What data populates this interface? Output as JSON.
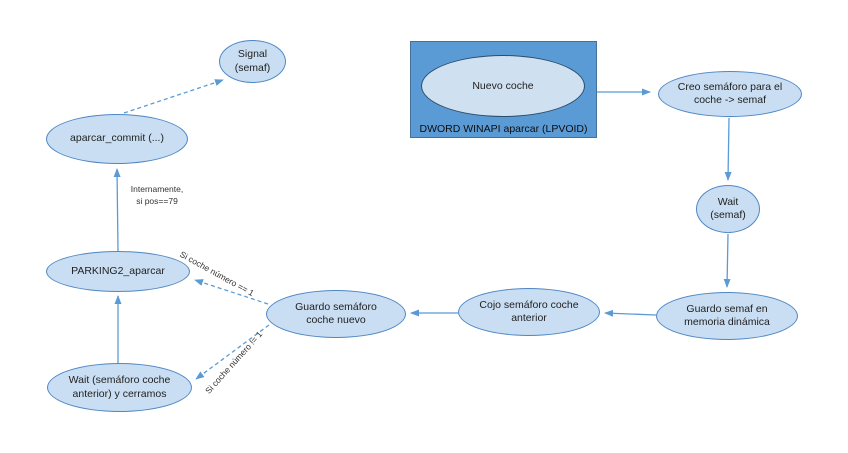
{
  "colors": {
    "node_fill": "#c9def2",
    "node_border": "#4f87c5",
    "rect_fill": "#5b9bd5",
    "rect_border": "#41719c",
    "inner_fill": "#cfe0f1",
    "inner_border": "#2e4d6b",
    "arrow": "#5b9bd5"
  },
  "nodes": {
    "signal": "Signal (semaf)",
    "aparcar_commit": "aparcar_commit (...)",
    "parking2": "PARKING2_aparcar",
    "wait_anterior": "Wait (semáforo coche anterior) y cerramos",
    "guardo_nuevo": "Guardo semáforo coche nuevo",
    "cojo_anterior": "Cojo semáforo coche anterior",
    "guardo_semaf": "Guardo semaf en memoria dinámica",
    "wait_semaf": "Wait (semaf)",
    "creo_semaforo": "Creo semáforo para el coche -> semaf",
    "nuevo_coche": "Nuevo coche",
    "funcion": "DWORD WINAPI aparcar (LPVOID)"
  },
  "edge_labels": {
    "internamente": "Internamente,\nsi pos==79",
    "si_igual": "Si coche número == 1",
    "si_distinto": "Si coche número != 1"
  }
}
